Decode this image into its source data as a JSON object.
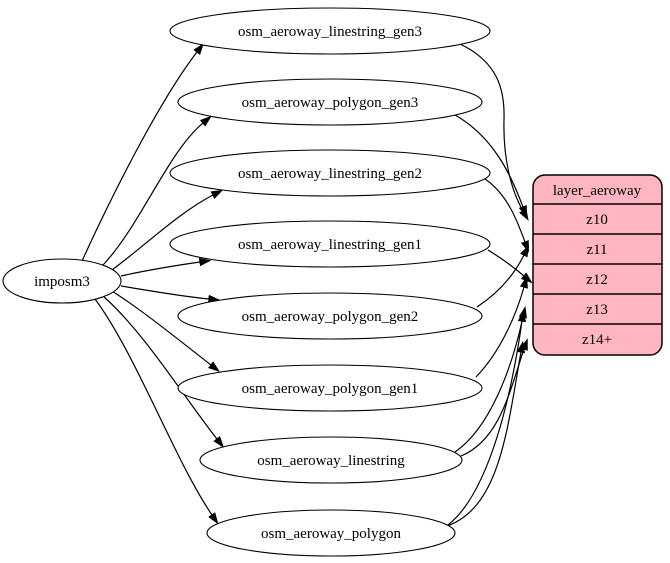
{
  "colors": {
    "background": "#ffffff",
    "stroke": "#000000",
    "table_fill": "#ffffff",
    "layer_fill": "#ffb6c1"
  },
  "source": {
    "label": "imposm3"
  },
  "tables": [
    {
      "label": "osm_aeroway_linestring_gen3"
    },
    {
      "label": "osm_aeroway_polygon_gen3"
    },
    {
      "label": "osm_aeroway_linestring_gen2"
    },
    {
      "label": "osm_aeroway_linestring_gen1"
    },
    {
      "label": "osm_aeroway_polygon_gen2"
    },
    {
      "label": "osm_aeroway_polygon_gen1"
    },
    {
      "label": "osm_aeroway_linestring"
    },
    {
      "label": "osm_aeroway_polygon"
    }
  ],
  "layer": {
    "title": "layer_aeroway",
    "rows": [
      "z10",
      "z11",
      "z12",
      "z13",
      "z14+"
    ]
  },
  "edges": [
    {
      "from": "imposm3",
      "to": "osm_aeroway_linestring_gen3"
    },
    {
      "from": "imposm3",
      "to": "osm_aeroway_polygon_gen3"
    },
    {
      "from": "imposm3",
      "to": "osm_aeroway_linestring_gen2"
    },
    {
      "from": "imposm3",
      "to": "osm_aeroway_linestring_gen1"
    },
    {
      "from": "imposm3",
      "to": "osm_aeroway_polygon_gen2"
    },
    {
      "from": "imposm3",
      "to": "osm_aeroway_polygon_gen1"
    },
    {
      "from": "imposm3",
      "to": "osm_aeroway_linestring"
    },
    {
      "from": "imposm3",
      "to": "osm_aeroway_polygon"
    },
    {
      "from": "osm_aeroway_linestring_gen3",
      "to": "z10"
    },
    {
      "from": "osm_aeroway_polygon_gen3",
      "to": "z10"
    },
    {
      "from": "osm_aeroway_linestring_gen2",
      "to": "z11"
    },
    {
      "from": "osm_aeroway_polygon_gen2",
      "to": "z11"
    },
    {
      "from": "osm_aeroway_linestring_gen1",
      "to": "z12"
    },
    {
      "from": "osm_aeroway_polygon_gen1",
      "to": "z12"
    },
    {
      "from": "osm_aeroway_linestring",
      "to": "z13"
    },
    {
      "from": "osm_aeroway_polygon",
      "to": "z13"
    },
    {
      "from": "osm_aeroway_linestring",
      "to": "z14+"
    },
    {
      "from": "osm_aeroway_polygon",
      "to": "z14+"
    }
  ]
}
